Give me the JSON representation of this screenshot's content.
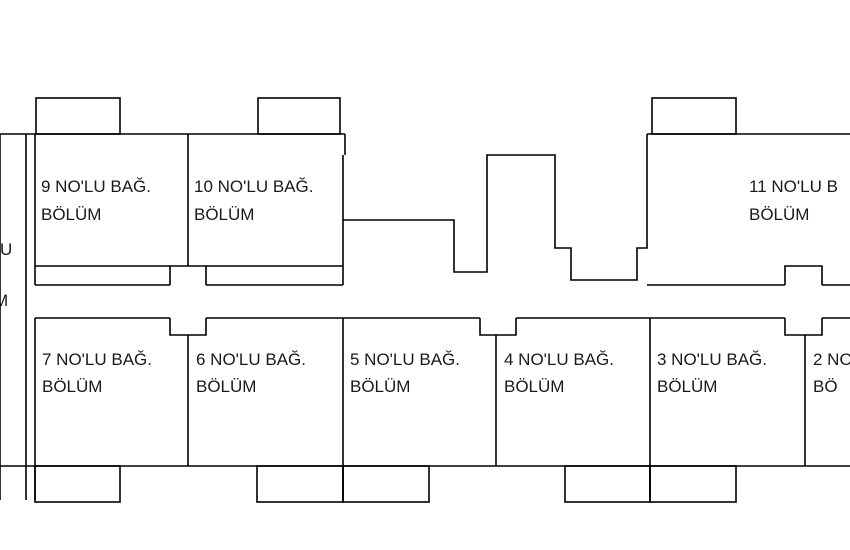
{
  "units": [
    {
      "id": "unit-9",
      "line1": "9 NO'LU BAĞ.",
      "line2": "BÖLÜM"
    },
    {
      "id": "unit-10",
      "line1": "10 NO'LU BAĞ.",
      "line2": "BÖLÜM"
    },
    {
      "id": "unit-11",
      "line1": "11 NO'LU B",
      "line2": "BÖLÜM"
    },
    {
      "id": "unit-7",
      "line1": "7 NO'LU BAĞ.",
      "line2": "BÖLÜM"
    },
    {
      "id": "unit-6",
      "line1": "6 NO'LU BAĞ.",
      "line2": "BÖLÜM"
    },
    {
      "id": "unit-5",
      "line1": "5 NO'LU BAĞ.",
      "line2": "BÖLÜM"
    },
    {
      "id": "unit-4",
      "line1": "4 NO'LU BAĞ.",
      "line2": "BÖLÜM"
    },
    {
      "id": "unit-3",
      "line1": "3 NO'LU BAĞ.",
      "line2": "BÖLÜM"
    },
    {
      "id": "unit-2",
      "line1": "2 NO",
      "line2": "BÖ"
    }
  ],
  "cut_unit": {
    "line1": "U",
    "line2": "M"
  }
}
